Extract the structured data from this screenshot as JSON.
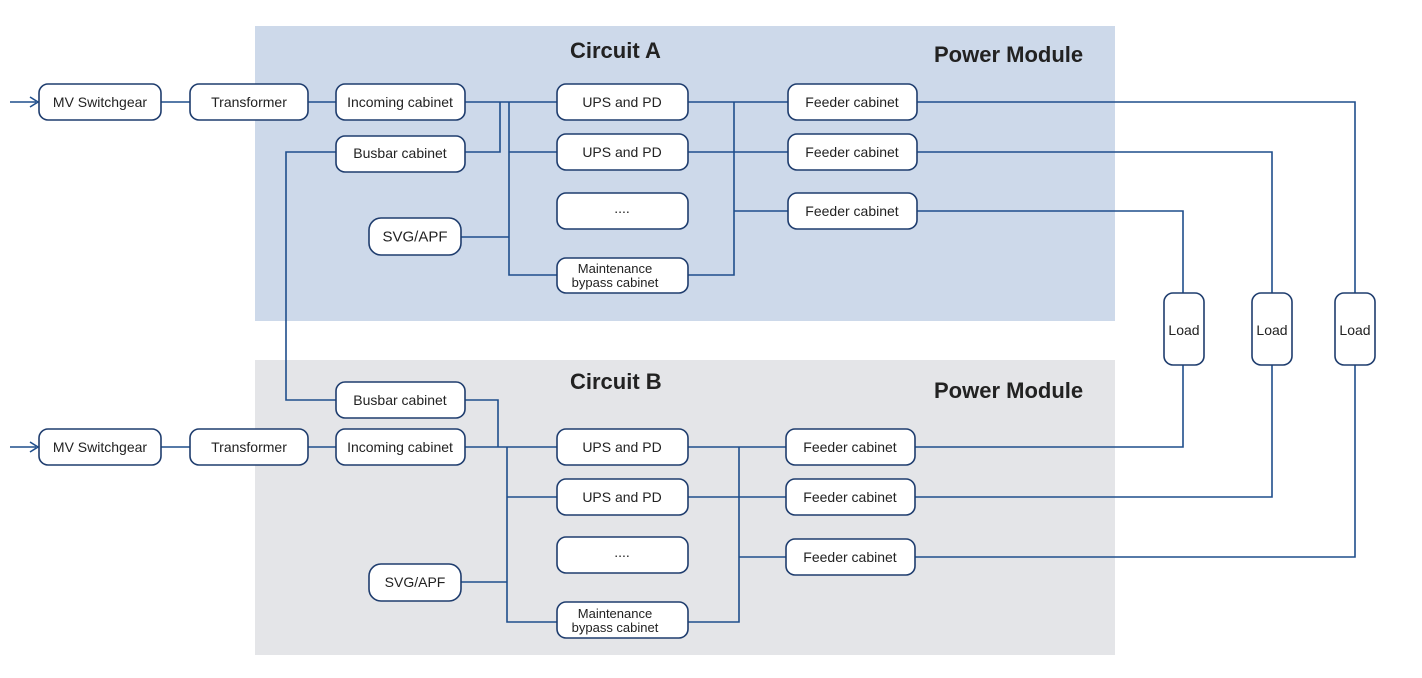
{
  "circuit_a": {
    "title": "Circuit A",
    "module_label": "Power Module",
    "mv_switchgear": "MV Switchgear",
    "transformer": "Transformer",
    "incoming_cabinet": "Incoming cabinet",
    "busbar_cabinet": "Busbar cabinet",
    "svg_apf": "SVG/APF",
    "ups_1": "UPS and PD",
    "ups_2": "UPS and PD",
    "ellipsis": "....",
    "maintenance_line1": "Maintenance",
    "maintenance_line2": "bypass cabinet",
    "feeder_1": "Feeder cabinet",
    "feeder_2": "Feeder cabinet",
    "feeder_3": "Feeder cabinet"
  },
  "circuit_b": {
    "title": "Circuit B",
    "module_label": "Power Module",
    "mv_switchgear": "MV Switchgear",
    "transformer": "Transformer",
    "incoming_cabinet": "Incoming cabinet",
    "busbar_cabinet": "Busbar cabinet",
    "svg_apf": "SVG/APF",
    "ups_1": "UPS and PD",
    "ups_2": "UPS and PD",
    "ellipsis": "....",
    "maintenance_line1": "Maintenance",
    "maintenance_line2": "bypass cabinet",
    "feeder_1": "Feeder cabinet",
    "feeder_2": "Feeder cabinet",
    "feeder_3": "Feeder cabinet"
  },
  "loads": [
    "Load",
    "Load",
    "Load"
  ],
  "colors": {
    "circuit_a_background": "#cdd9ea",
    "circuit_b_background": "#e4e5e8",
    "line": "#1f4e8c",
    "box_border": "#1f3d6e"
  }
}
